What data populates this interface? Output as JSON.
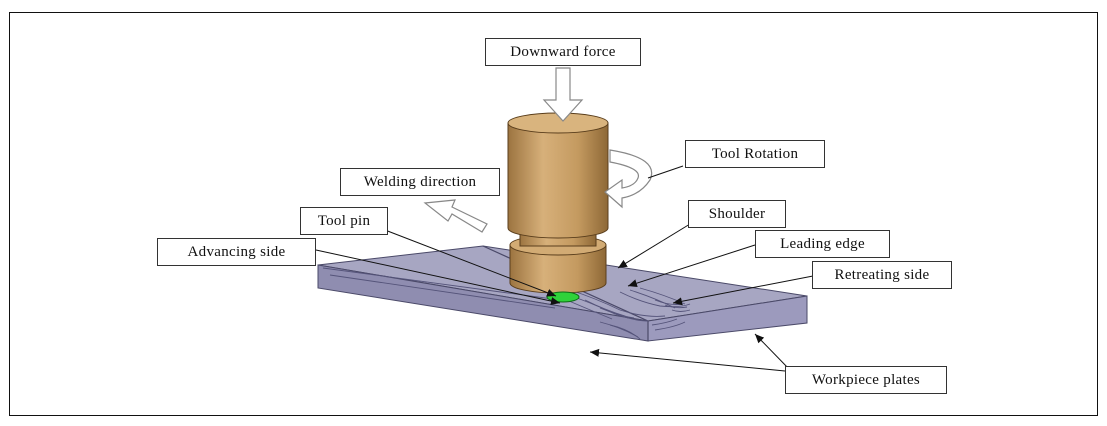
{
  "labels": {
    "downward_force": "Downward force",
    "tool_rotation": "Tool Rotation",
    "welding_direction": "Welding direction",
    "tool_pin": "Tool pin",
    "shoulder": "Shoulder",
    "advancing_side": "Advancing side",
    "leading_edge": "Leading edge",
    "retreating_side": "Retreating side",
    "workpiece_plates": "Workpiece plates"
  },
  "colors": {
    "plate_top": "#a7a6c2",
    "plate_side": "#8f8db0",
    "tool_body": "#c79e66",
    "tool_pin": "#2fd23a"
  }
}
